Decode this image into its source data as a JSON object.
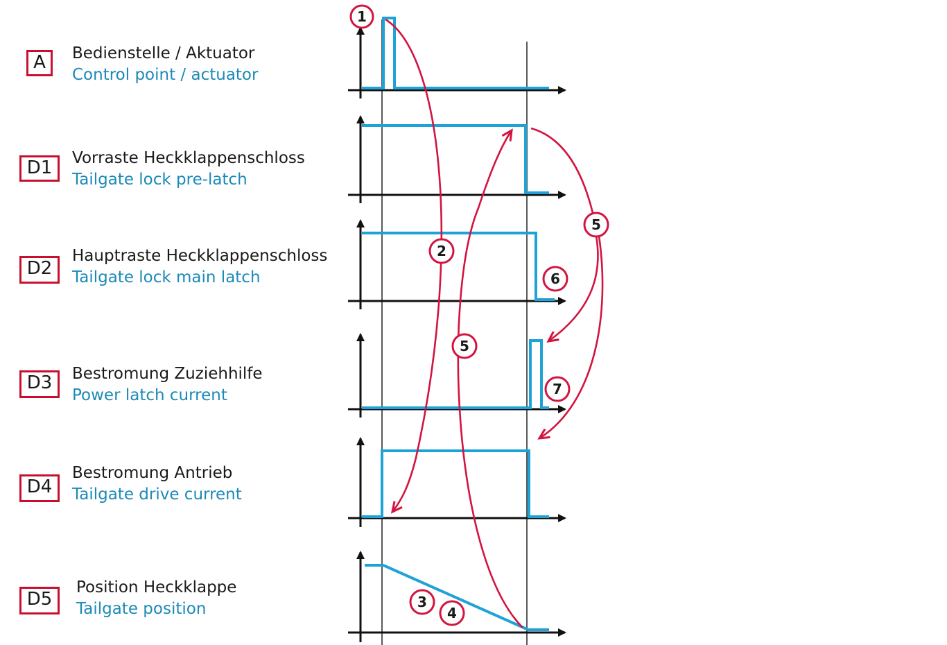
{
  "rows": [
    {
      "id": "A",
      "badge": "A",
      "de": "Bedienstelle / Aktuator",
      "en": "Control point / actuator"
    },
    {
      "id": "D1",
      "badge": "D1",
      "de": "Vorraste Heckklappenschloss",
      "en": "Tailgate lock pre-latch"
    },
    {
      "id": "D2",
      "badge": "D2",
      "de": "Hauptraste Heckklappenschloss",
      "en": "Tailgate lock main latch"
    },
    {
      "id": "D3",
      "badge": "D3",
      "de": "Bestromung Zuziehhilfe",
      "en": "Power latch current"
    },
    {
      "id": "D4",
      "badge": "D4",
      "de": "Bestromung Antrieb",
      "en": "Tailgate drive current"
    },
    {
      "id": "D5",
      "badge": "D5",
      "de": "Position Heckklappe",
      "en": "Tailgate position"
    }
  ],
  "callouts": [
    "1",
    "2",
    "3",
    "4",
    "5",
    "5",
    "6",
    "7"
  ],
  "colors": {
    "signal": "#1fa3d6",
    "arrow": "#d2143f",
    "axis": "#111111",
    "badge_border": "#c8102e",
    "english_text": "#1c89b8"
  }
}
